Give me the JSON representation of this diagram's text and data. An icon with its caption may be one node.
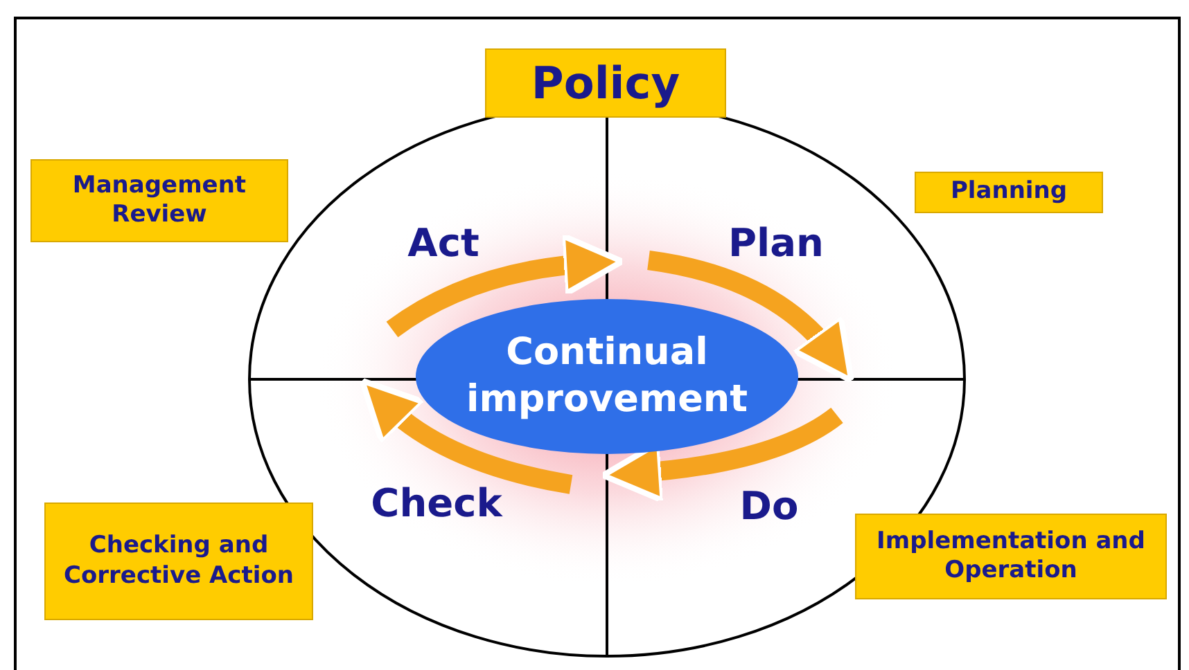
{
  "diagram": {
    "nodes": [
      {
        "text": [
          "Policy"
        ]
      },
      {
        "text": [
          "Management Review"
        ]
      },
      {
        "text": [
          "Planning"
        ]
      },
      {
        "text": [
          "Checking and Corrective Action"
        ]
      },
      {
        "text": [
          "Implementation and Operation"
        ]
      },
      {
        "text": [
          "Continual improvement"
        ]
      }
    ],
    "labels": [
      "Act",
      "Plan",
      "Check",
      "Do"
    ]
  }
}
